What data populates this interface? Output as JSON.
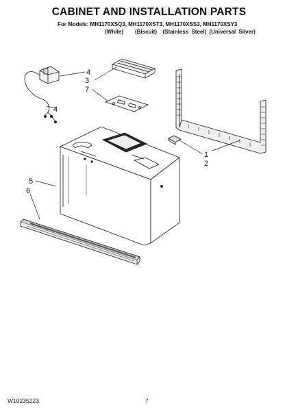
{
  "header": {
    "title": "CABINET AND INSTALLATION PARTS",
    "models": "For Models: MH1170XSQ3, MH1170XST3, MH1170XSS3, MH1170XSY3",
    "colors": "(White)    (Biscuit)  (Stainless Steel) (Universal Silver)"
  },
  "watermark": "AppliancePartsPros.com",
  "callouts": {
    "c4a": "4",
    "c3": "3",
    "c7": "7",
    "c4b": "4",
    "c1": "1",
    "c2": "2",
    "c5": "5",
    "c6": "6"
  },
  "footer": {
    "doc_code": "W10235223",
    "page_number": "7"
  }
}
